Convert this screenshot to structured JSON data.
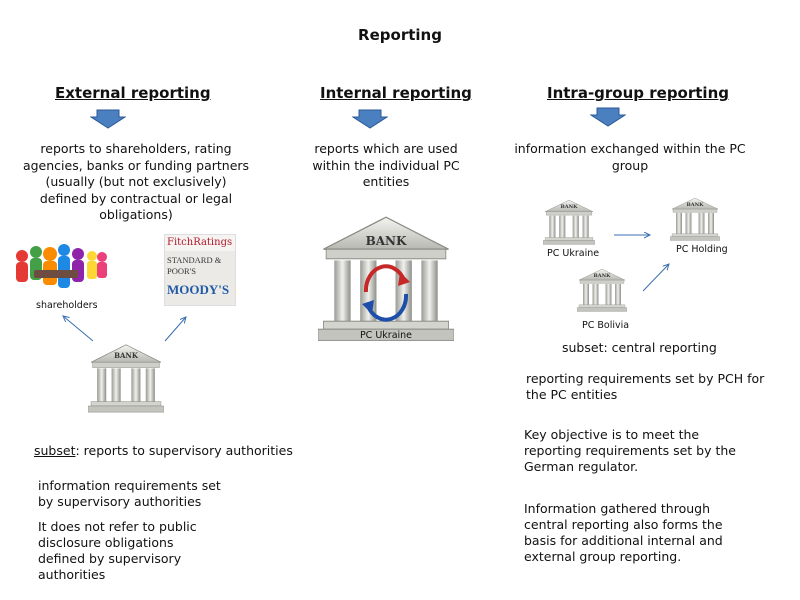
{
  "title": "Reporting",
  "columns": {
    "external": {
      "heading": "External reporting",
      "description": "reports to shareholders, rating agencies, banks or funding partners (usually (but not exclusively) defined by contractual or legal obligations)",
      "shareholders_label": "shareholders",
      "rating_agencies": [
        "FitchRatings",
        "STANDARD & POOR'S",
        "MOODY'S"
      ],
      "bank_sign": "BANK",
      "subset_word": "subset",
      "subset_rest": ": reports to supervisory authorities",
      "note1": "information requirements set by supervisory authorities",
      "note2": "It does not refer to public disclosure obligations defined by supervisory authorities"
    },
    "internal": {
      "heading": "Internal reporting",
      "description": "reports which are used within the individual PC entities",
      "bank_sign": "BANK",
      "bank_label": "PC Ukraine"
    },
    "intragroup": {
      "heading": "Intra-group reporting",
      "description": "information exchanged within the PC group",
      "bank_sign": "BANK",
      "pc_ukraine": "PC Ukraine",
      "pc_holding": "PC Holding",
      "pc_bolivia": "PC Bolivia",
      "subset": "subset: central reporting",
      "text1": "reporting requirements set by PCH for the PC entities",
      "text2": "Key objective is to meet the reporting requirements set by the German regulator.",
      "text3": "Information gathered through central reporting also forms the basis for additional internal and external group reporting."
    }
  },
  "colors": {
    "arrow_fill": "#4a7fc0",
    "arrow_stroke": "#2c5a96",
    "connector": "#3a6fb0",
    "bank_stone": "#d8d8d4",
    "circular_red": "#c62828",
    "circular_blue": "#1e4fa8"
  }
}
